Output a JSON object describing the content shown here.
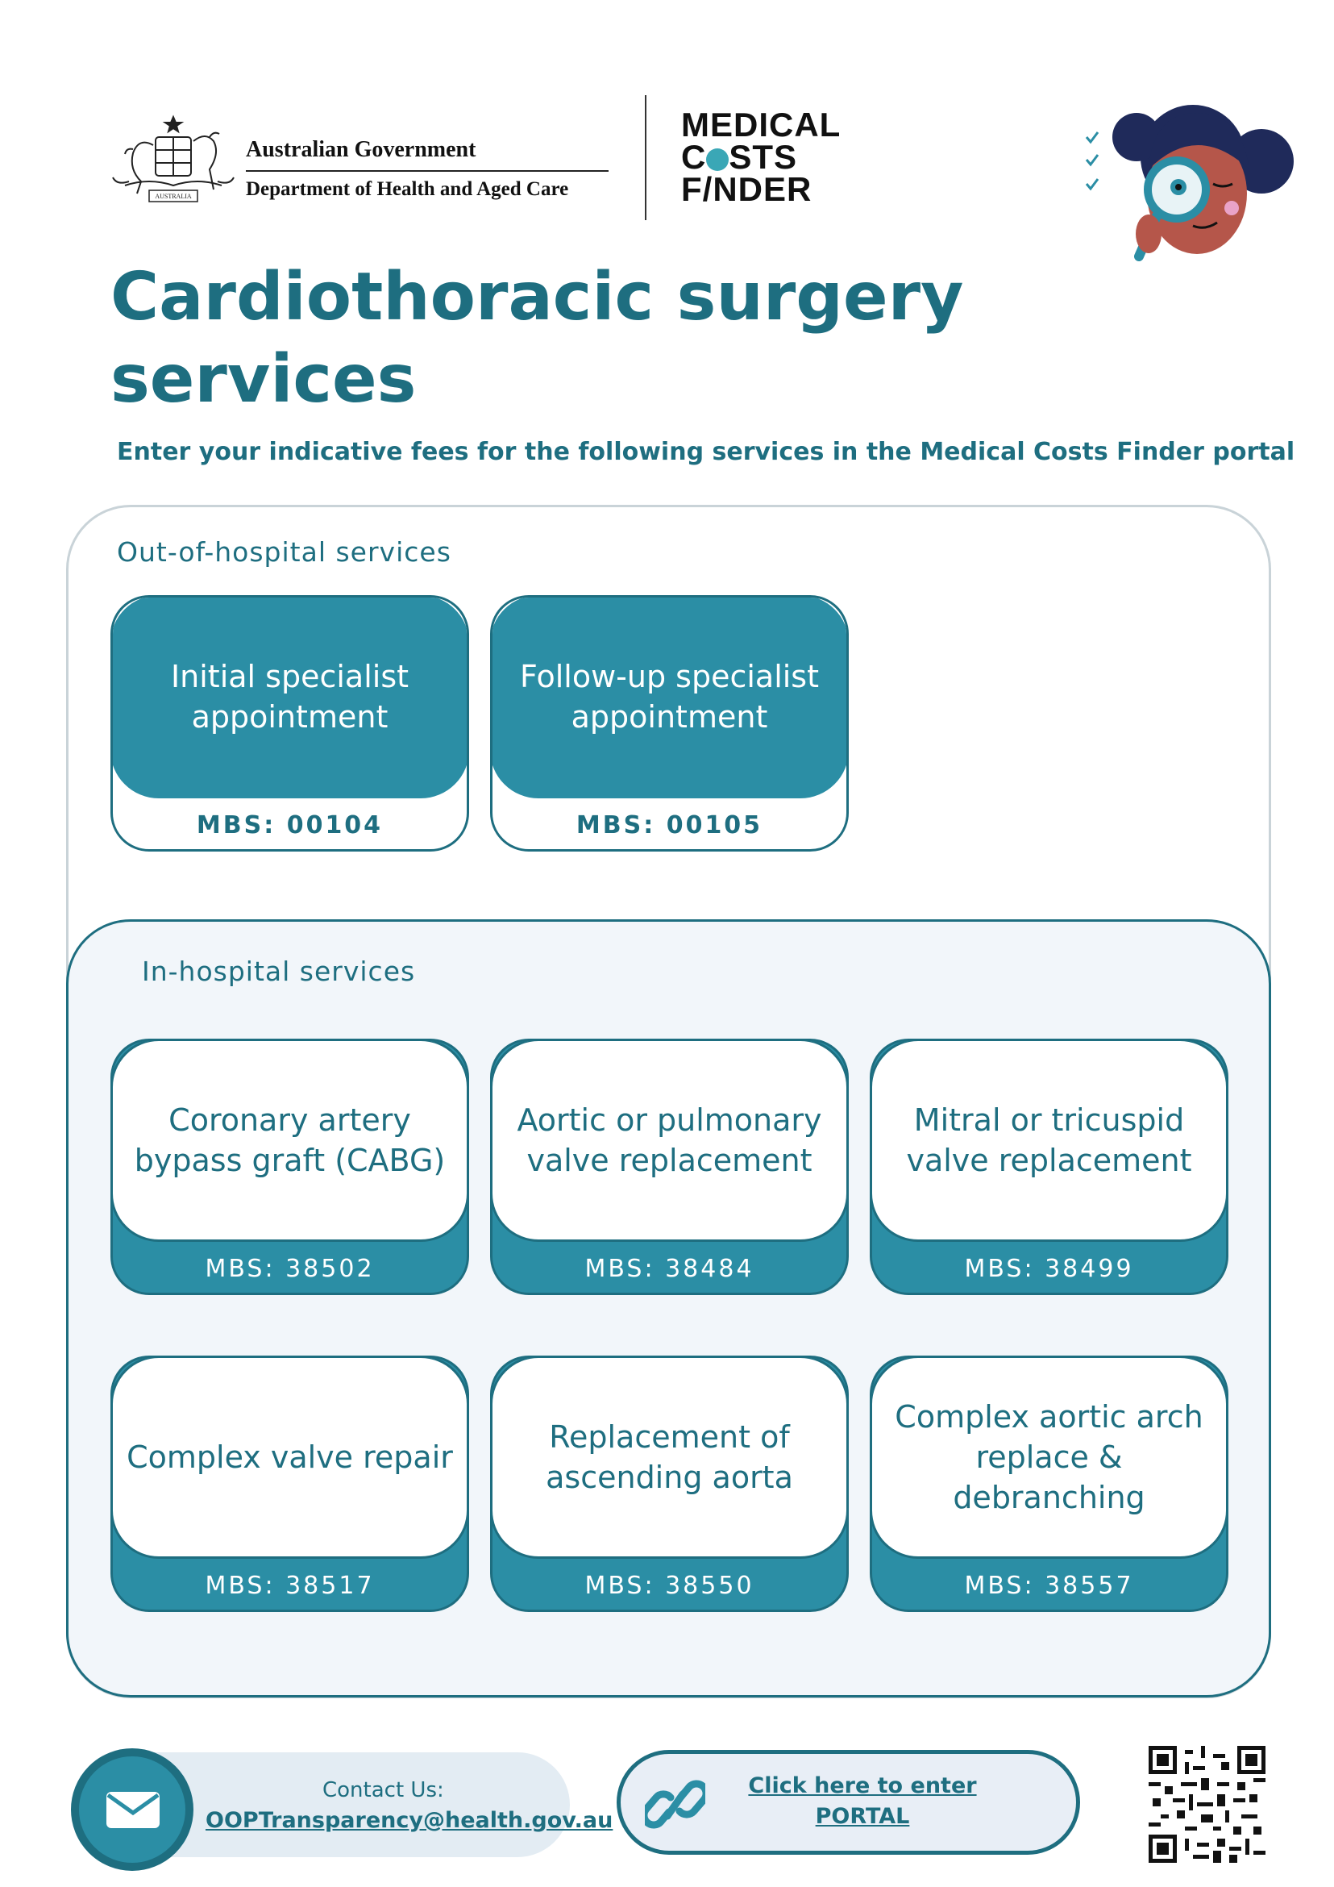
{
  "header": {
    "gov_name": "Australian Government",
    "department": "Department of Health and Aged Care",
    "brand_line1": "MEDICAL",
    "brand_line2a": "C",
    "brand_line2b": "STS",
    "brand_line3": "F/NDER",
    "crest_text": "AUSTRALIA"
  },
  "title": "Cardiothoracic surgery services",
  "subtitle": "Enter your indicative fees for the following services in the Medical Costs Finder portal",
  "out_of_hospital": {
    "label": "Out-of-hospital services",
    "cards": [
      {
        "name": "Initial specialist appointment",
        "code": "MBS: 00104"
      },
      {
        "name": "Follow-up specialist appointment",
        "code": "MBS: 00105"
      }
    ]
  },
  "in_hospital": {
    "label": "In-hospital services",
    "cards": [
      {
        "name": "Coronary artery bypass graft (CABG)",
        "code": "MBS: 38502"
      },
      {
        "name": "Aortic or pulmonary valve replacement",
        "code": "MBS: 38484"
      },
      {
        "name": "Mitral or tricuspid valve replacement",
        "code": "MBS: 38499"
      },
      {
        "name": "Complex valve repair",
        "code": "MBS: 38517"
      },
      {
        "name": "Replacement of ascending aorta",
        "code": "MBS: 38550"
      },
      {
        "name": "Complex aortic arch replace & debranching",
        "code": "MBS: 38557"
      }
    ]
  },
  "footer": {
    "contact_label": "Contact Us:",
    "contact_email": "OOPTransparency@health.gov.au",
    "portal_line1": "Click here to enter",
    "portal_line2": "PORTAL"
  },
  "colors": {
    "primary": "#1e6e80",
    "accent": "#2b8ea5",
    "panel_bg": "#f2f6fa"
  },
  "icons": [
    "coat-of-arms-icon",
    "mascot-magnifier-icon",
    "mail-icon",
    "link-icon",
    "qr-code-icon"
  ]
}
